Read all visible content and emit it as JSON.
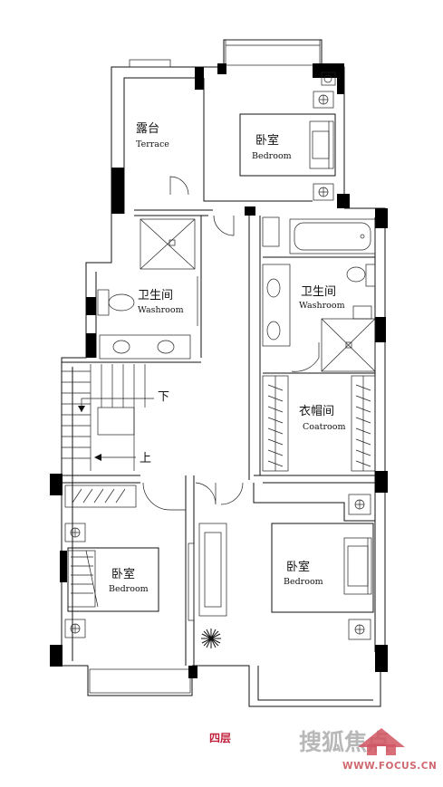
{
  "rooms": {
    "terrace": {
      "cn": "露台",
      "en": "Terrace"
    },
    "bedroom_top": {
      "cn": "卧室",
      "en": "Bedroom"
    },
    "washroom_left": {
      "cn": "卫生间",
      "en": "Washroom"
    },
    "washroom_right": {
      "cn": "卫生间",
      "en": "Washroom"
    },
    "coatroom": {
      "cn": "衣帽间",
      "en": "Coatroom"
    },
    "bedroom_bottom_left": {
      "cn": "卧室",
      "en": "Bedroom"
    },
    "bedroom_bottom_right": {
      "cn": "卧室",
      "en": "Bedroom"
    }
  },
  "stairs": {
    "down": "下",
    "up": "上"
  },
  "floor_label": "四层",
  "watermark": {
    "cn": "搜狐焦点",
    "url": "WWW.FOCUS.CN",
    "logo_color": "#d05560"
  },
  "colors": {
    "wall": "#000000",
    "label_accent": "#c0203a"
  }
}
